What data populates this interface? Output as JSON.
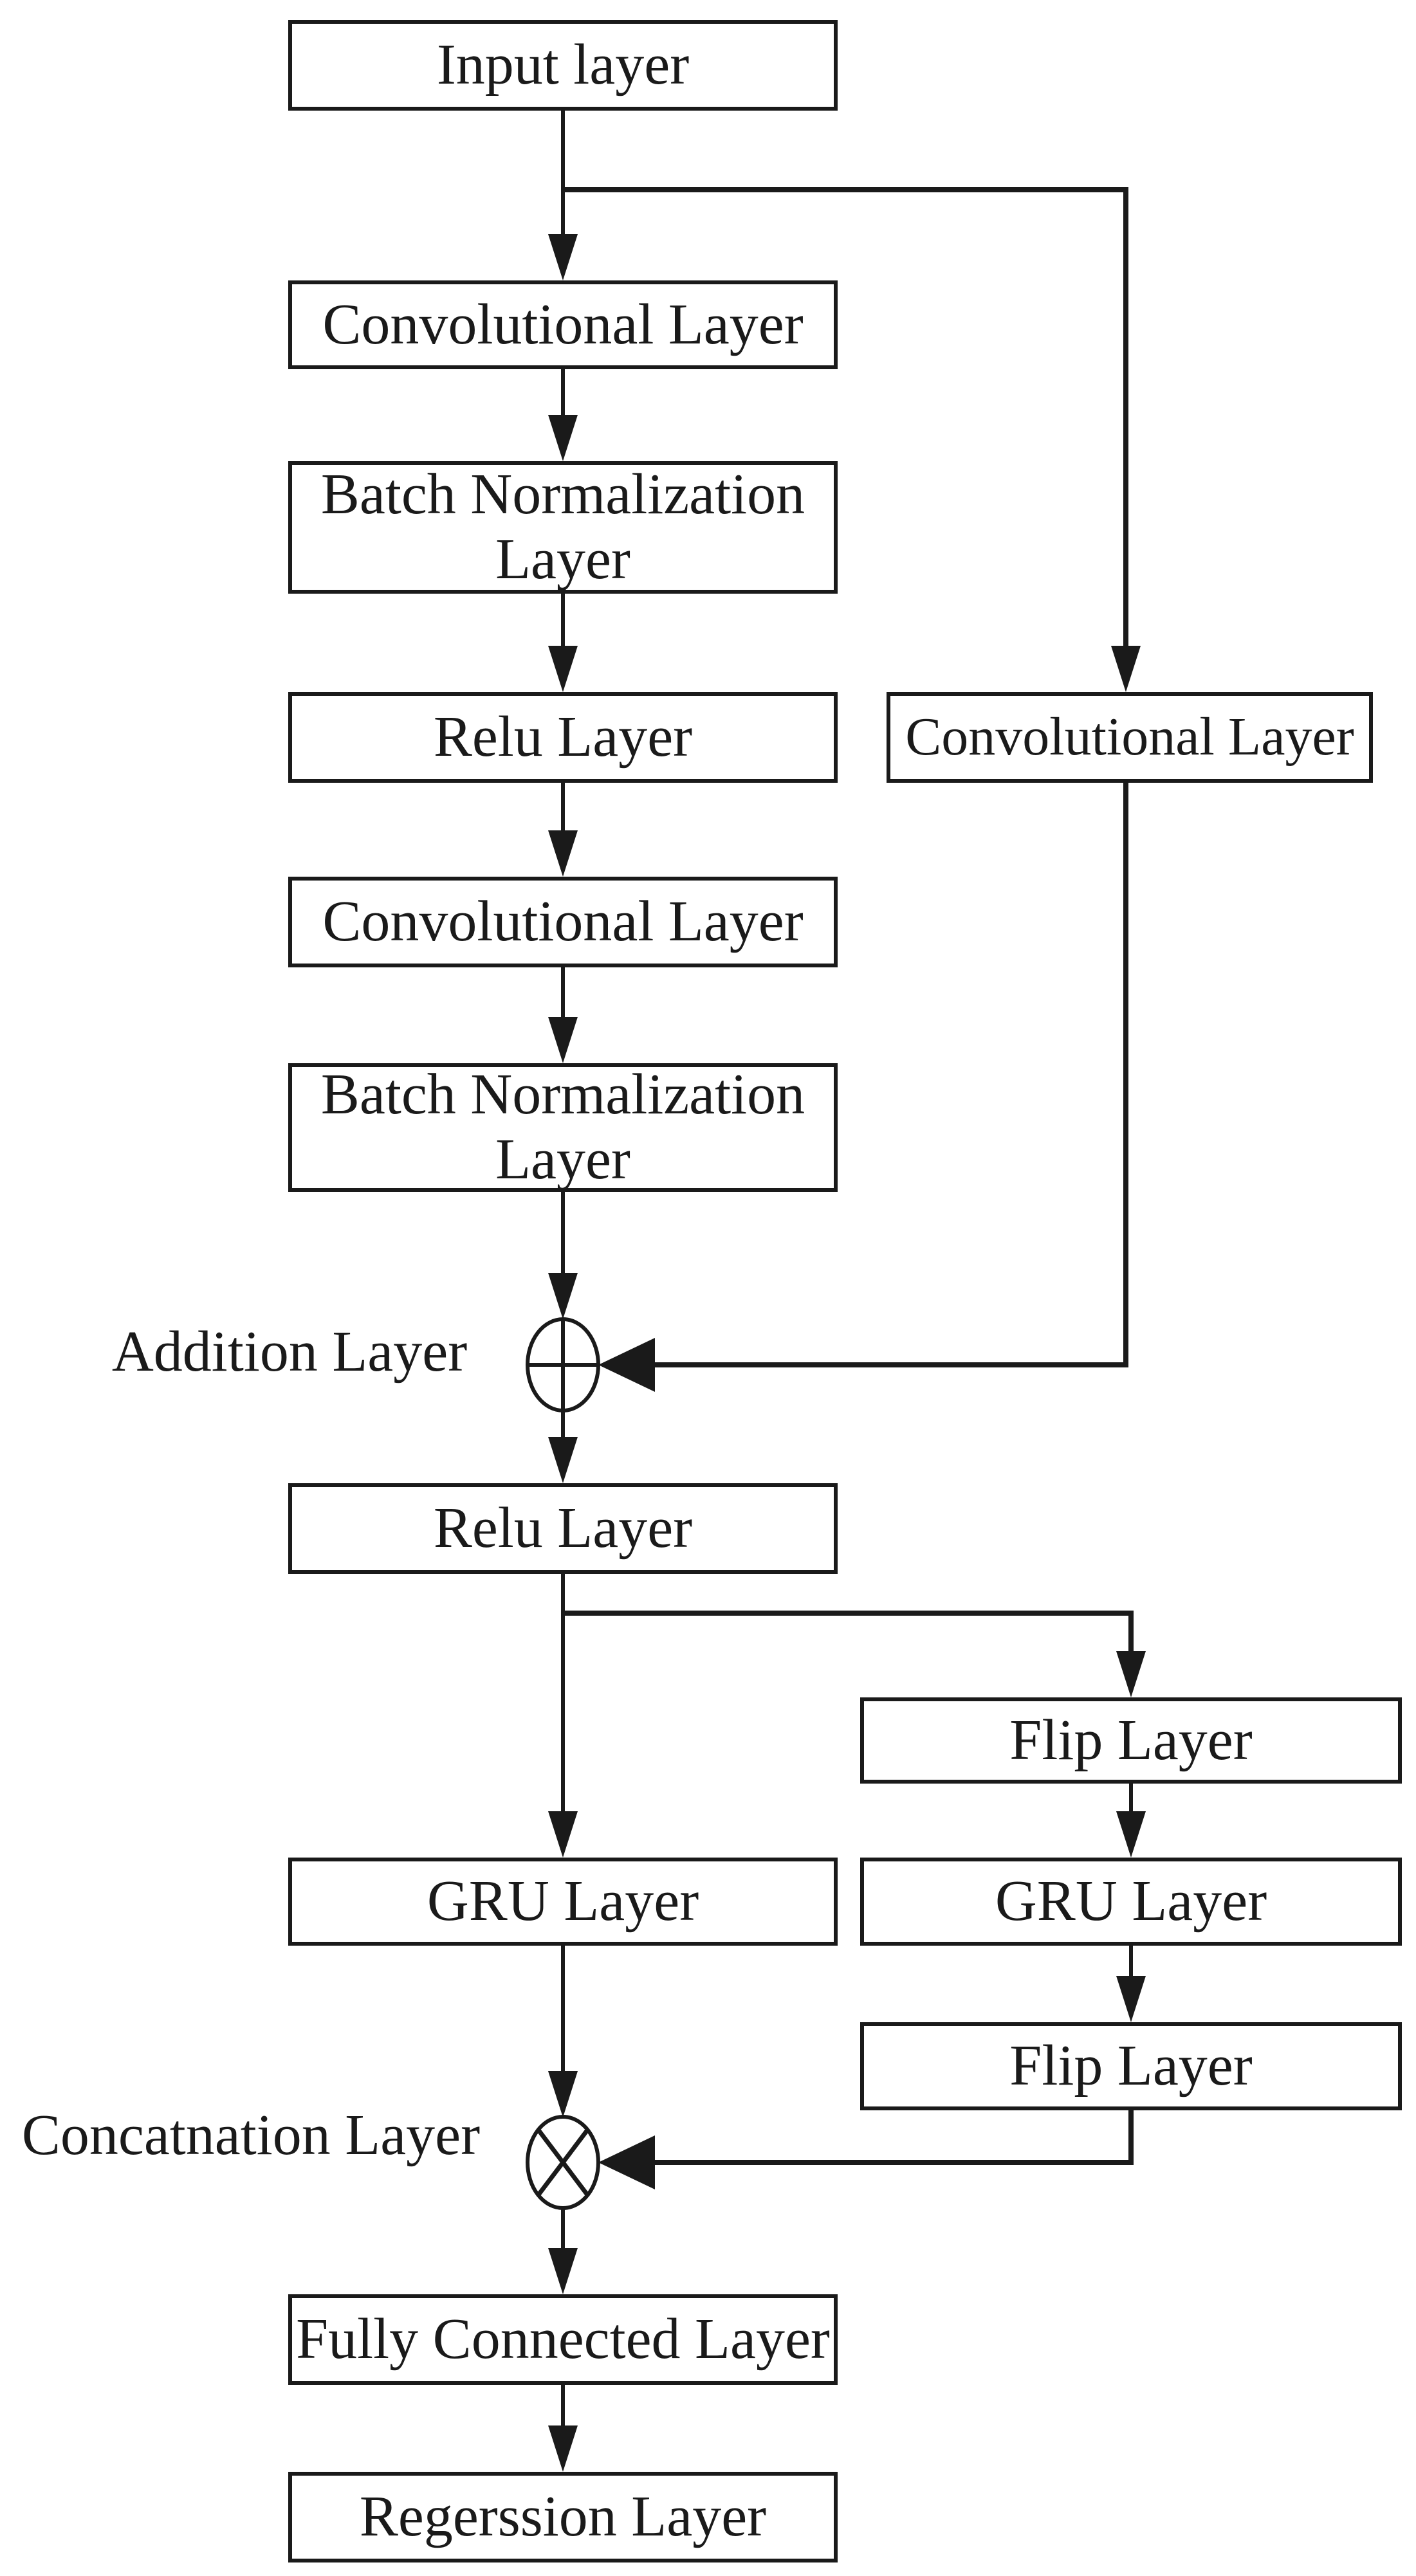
{
  "diagram": {
    "type": "flowchart",
    "background_color": "#ffffff",
    "stroke_color": "#1a1a1a",
    "nodes": [
      {
        "id": "input",
        "label": "Input layer",
        "shape": "rect"
      },
      {
        "id": "conv1",
        "label": "Convolutional Layer",
        "shape": "rect"
      },
      {
        "id": "bn1",
        "label": "Batch Normalization\nLayer",
        "shape": "rect"
      },
      {
        "id": "relu1",
        "label": "Relu Layer",
        "shape": "rect"
      },
      {
        "id": "conv_shortcut",
        "label": "Convolutional Layer",
        "shape": "rect"
      },
      {
        "id": "conv2",
        "label": "Convolutional Layer",
        "shape": "rect"
      },
      {
        "id": "bn2",
        "label": "Batch Normalization\nLayer",
        "shape": "rect"
      },
      {
        "id": "addition",
        "label": "Addition Layer",
        "shape": "circle-plus-operator"
      },
      {
        "id": "relu2",
        "label": "Relu Layer",
        "shape": "rect"
      },
      {
        "id": "flip1",
        "label": "Flip Layer",
        "shape": "rect"
      },
      {
        "id": "gru_forward",
        "label": "GRU Layer",
        "shape": "rect"
      },
      {
        "id": "gru_backward",
        "label": "GRU Layer",
        "shape": "rect"
      },
      {
        "id": "flip2",
        "label": "Flip Layer",
        "shape": "rect"
      },
      {
        "id": "concat",
        "label": "Concatnation Layer",
        "shape": "circle-cross-operator"
      },
      {
        "id": "fc",
        "label": "Fully Connected Layer",
        "shape": "rect"
      },
      {
        "id": "regression",
        "label": "Regerssion Layer",
        "shape": "rect"
      }
    ],
    "edges": [
      {
        "from": "input",
        "to": "conv1"
      },
      {
        "from": "input",
        "to": "conv_shortcut"
      },
      {
        "from": "conv1",
        "to": "bn1"
      },
      {
        "from": "bn1",
        "to": "relu1"
      },
      {
        "from": "relu1",
        "to": "conv2"
      },
      {
        "from": "conv2",
        "to": "bn2"
      },
      {
        "from": "bn2",
        "to": "addition"
      },
      {
        "from": "conv_shortcut",
        "to": "addition"
      },
      {
        "from": "addition",
        "to": "relu2"
      },
      {
        "from": "relu2",
        "to": "gru_forward"
      },
      {
        "from": "relu2",
        "to": "flip1"
      },
      {
        "from": "flip1",
        "to": "gru_backward"
      },
      {
        "from": "gru_backward",
        "to": "flip2"
      },
      {
        "from": "flip2",
        "to": "concat"
      },
      {
        "from": "gru_forward",
        "to": "concat"
      },
      {
        "from": "concat",
        "to": "fc"
      },
      {
        "from": "fc",
        "to": "regression"
      }
    ]
  }
}
